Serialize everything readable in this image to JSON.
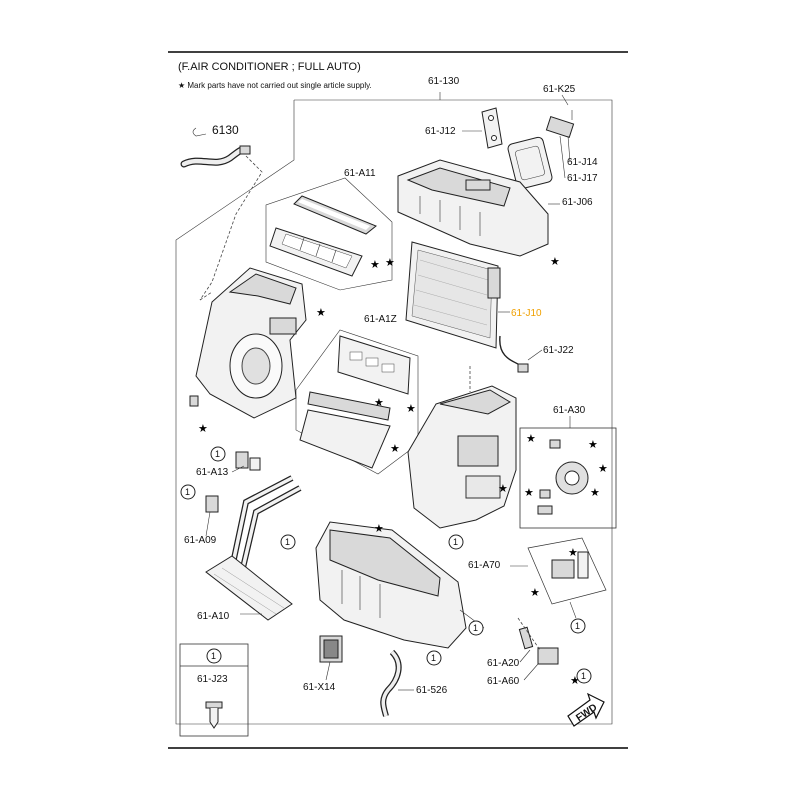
{
  "header": {
    "title": "(F.AIR CONDITIONER ; FULL AUTO)",
    "note": "★ Mark parts have not carried out single article supply."
  },
  "labels": {
    "p61_130": "61-130",
    "p61_K25": "61-K25",
    "p6130": "6130",
    "p61_J12": "61-J12",
    "p61_J14": "61-J14",
    "p61_J17": "61-J17",
    "p61_A11": "61-A11",
    "p61_J06": "61-J06",
    "p61_J10": "61-J10",
    "p61_A1Z": "61-A1Z",
    "p61_J22": "61-J22",
    "p61_A30": "61-A30",
    "p61_A13": "61-A13",
    "p61_A09": "61-A09",
    "p61_A70": "61-A70",
    "p61_A10": "61-A10",
    "p61_A20": "61-A20",
    "p61_A60": "61-A60",
    "p61_X14": "61-X14",
    "p61_526": "61-526",
    "p61_J23": "61-J23",
    "fwd": "FWD"
  },
  "callout": "1",
  "star_glyph": "★",
  "highlight_color": "#f0a000"
}
